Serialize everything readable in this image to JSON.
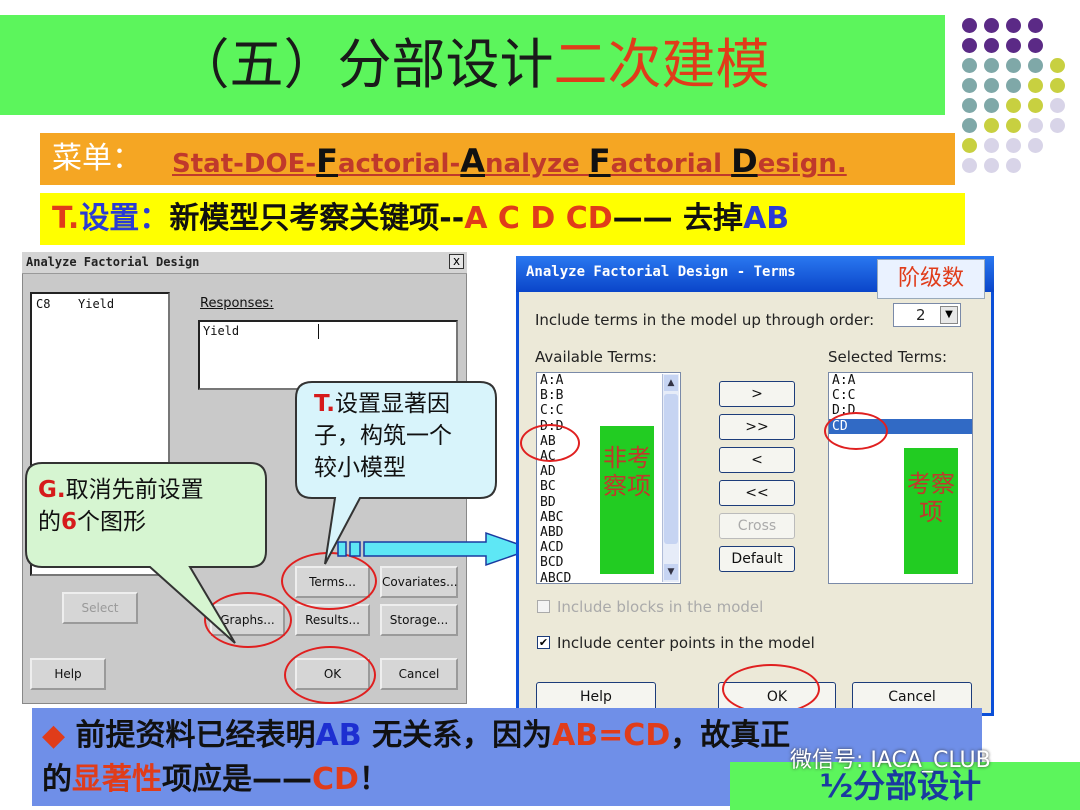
{
  "slide": {
    "title_part1": "（五）分部设计",
    "title_part2": "二次建模",
    "menu_label": "菜单：",
    "menu_path": [
      {
        "text": "Stat-DOE-",
        "big": false
      },
      {
        "text": "F",
        "big": true
      },
      {
        "text": "actorial",
        "big": false
      },
      {
        "text": "-",
        "big": false
      },
      {
        "text": "A",
        "big": true
      },
      {
        "text": "nalyze ",
        "big": false
      },
      {
        "text": "F",
        "big": true
      },
      {
        "text": "actorial ",
        "big": false
      },
      {
        "text": "D",
        "big": true
      },
      {
        "text": "esign.",
        "big": false
      }
    ],
    "t_prefix": "T.",
    "t_label": "设置：",
    "t_main": "新模型只考察关键项--",
    "t_terms": "A C D CD",
    "t_dash": "——",
    "t_remove": " 去掉",
    "t_ab": "AB",
    "bottom_diamond": "◆",
    "bottom_p1": " 前提资料已经表明",
    "bottom_ab": "AB",
    "bottom_p2": " 无关系，因为",
    "bottom_eq": "AB=CD",
    "bottom_p3": "，故真正",
    "bottom_p4": "的",
    "bottom_sig": "显著性",
    "bottom_p5": "项应是——",
    "bottom_cd": "CD",
    "bottom_p6": "！",
    "subtitle": "½分部设计",
    "watermark": "微信号: IACA_CLUB"
  },
  "dialog1": {
    "title": "Analyze Factorial Design",
    "close": "x",
    "list_col": "C8",
    "list_var": "Yield",
    "responses_label": "Responses:",
    "responses_value": "Yield",
    "buttons": {
      "select": "Select",
      "terms": "Terms...",
      "covariates": "Covariates...",
      "graphs": "Graphs...",
      "results": "Results...",
      "storage": "Storage...",
      "help": "Help",
      "ok": "OK",
      "cancel": "Cancel"
    }
  },
  "callout_g": {
    "prefix": "G.",
    "line1": "取消先前设置",
    "line2a": "的",
    "line2num": "6",
    "line2b": "个图形"
  },
  "callout_t": {
    "prefix": "T.",
    "line1": "设置显著因",
    "line2": "子，构筑一个",
    "line3": "较小模型"
  },
  "dialog2": {
    "title": "Analyze Factorial Design - Terms",
    "order_badge": "阶级数",
    "order_label": "Include terms in the model up through order:",
    "order_value": "2",
    "available_label": "Available Terms:",
    "selected_label": "Selected Terms:",
    "available_terms": [
      "A:A",
      "B:B",
      "C:C",
      "D:D",
      "AB",
      "AC",
      "AD",
      "BC",
      "BD",
      "ABC",
      "ABD",
      "ACD",
      "BCD",
      "ABCD"
    ],
    "selected_terms": [
      "A:A",
      "C:C",
      "D:D",
      "CD"
    ],
    "selected_highlight": "CD",
    "not_examined": "非考察项",
    "examined": "考察项",
    "btn_add": ">",
    "btn_add_all": ">>",
    "btn_remove": "<",
    "btn_remove_all": "<<",
    "btn_cross": "Cross",
    "btn_default": "Default",
    "chk_blocks": "Include blocks in the model",
    "chk_center": "Include center points in the model",
    "btn_help": "Help",
    "btn_ok": "OK",
    "btn_cancel": "Cancel"
  },
  "colors": {
    "title_bg": "#5cf55c",
    "menu_bg": "#f5a623",
    "t_bg": "#ffff00",
    "bottom_bg": "#6f8fe8",
    "accent_red": "#e03c1a"
  }
}
